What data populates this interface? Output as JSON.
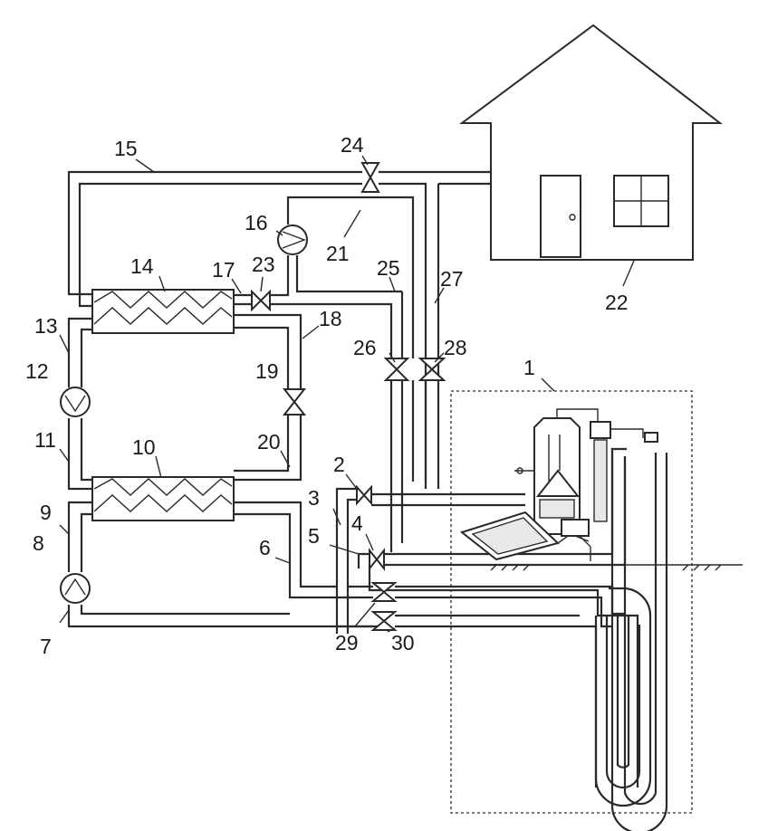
{
  "labels": {
    "l1": "1",
    "l2": "2",
    "l3": "3",
    "l4": "4",
    "l5": "5",
    "l6": "6",
    "l7": "7",
    "l8": "8",
    "l9": "9",
    "l10": "10",
    "l11": "11",
    "l12": "12",
    "l13": "13",
    "l14": "14",
    "l15": "15",
    "l16": "16",
    "l17": "17",
    "l18": "18",
    "l19": "19",
    "l20": "20",
    "l21": "21",
    "l22": "22",
    "l23": "23",
    "l24": "24",
    "l25": "25",
    "l26": "26",
    "l27": "27",
    "l28": "28",
    "l29": "29",
    "l30": "30"
  },
  "colors": {
    "line": "#2a2a2a",
    "background": "#ffffff"
  }
}
